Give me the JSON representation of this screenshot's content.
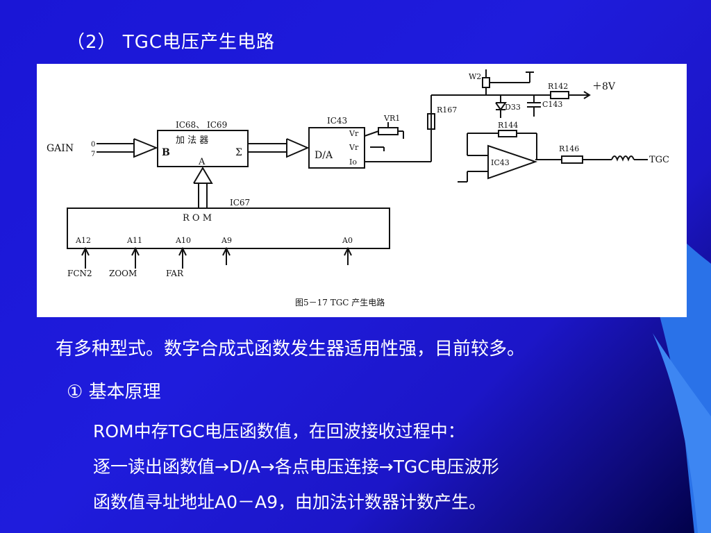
{
  "slide": {
    "title": "（2） TGC电压产生电路",
    "lines": [
      "有多种型式。数字合成式函数发生器适用性强，目前较多。",
      "① 基本原理",
      "ROM中存TGC电压函数值，在回波接收过程中：",
      "逐一读出函数值→D/A→各点电压连接→TGC电压波形",
      "函数值寻址地址A0－A9，由加法计数器计数产生。"
    ]
  },
  "diagram": {
    "caption": "图5－17  TGC 产生电路",
    "gain": "GAIN",
    "gain_bits": [
      "0",
      "7"
    ],
    "adder": {
      "chips": "IC68、 IC69",
      "name": "加 法 器",
      "in_b": "B",
      "in_a": "A",
      "out": "Σ"
    },
    "dac": {
      "chip": "IC43",
      "name": "D/A",
      "vr": "Vr",
      "vr_bar": "Vr",
      "io": "Io"
    },
    "vr1": "VR1",
    "r167": "R167",
    "w2": "W2",
    "r142": "R142",
    "supply": "＋8V",
    "d33": "D33",
    "c143": "C143",
    "r144": "R144",
    "opamp": "IC43",
    "r146": "R146",
    "tgc_out": "TGC",
    "rom": {
      "chip": "IC67",
      "name": "R O M",
      "pins": [
        "A12",
        "A11",
        "A10",
        "A9",
        "A0"
      ]
    },
    "inputs": [
      "FCN2",
      "ZOOM",
      "FAR"
    ]
  },
  "colors": {
    "background": "#1f1cdc",
    "panel": "#ffffff",
    "text": "#ffffff",
    "accent": "#2a72e8"
  }
}
